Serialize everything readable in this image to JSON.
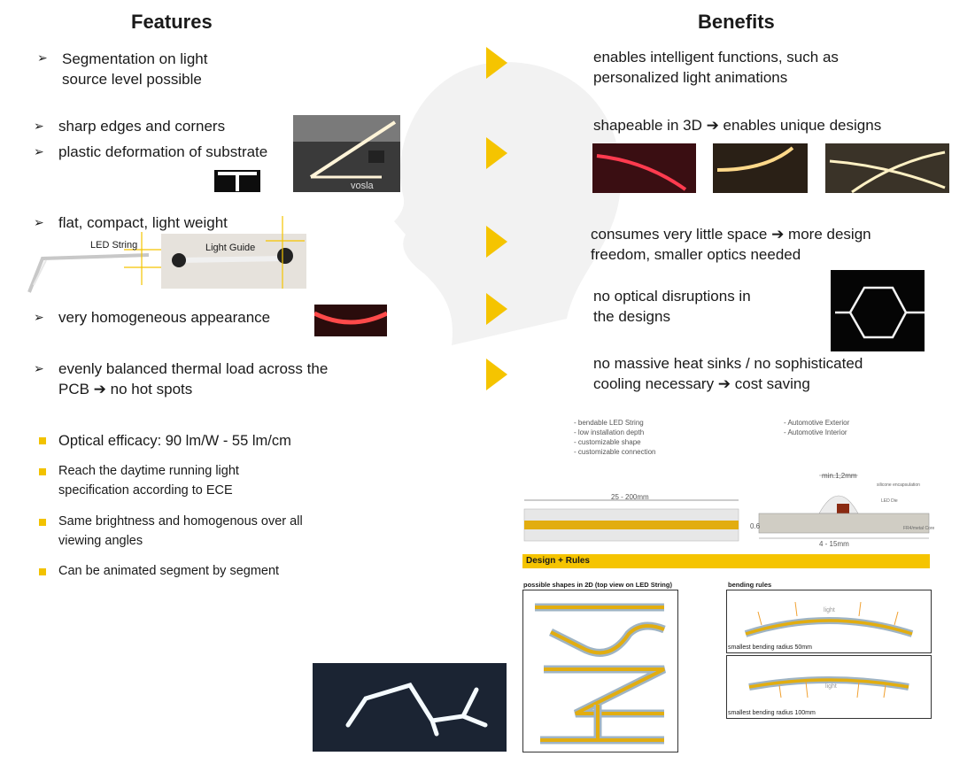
{
  "headings": {
    "features": "Features",
    "benefits": "Benefits"
  },
  "features": [
    {
      "text": "Segmentation on light\nsource level possible"
    },
    {
      "text": "sharp edges and corners"
    },
    {
      "text": "plastic deformation of substrate"
    },
    {
      "text": "flat, compact, light weight"
    },
    {
      "text": "very homogeneous appearance"
    },
    {
      "text": "evenly balanced thermal load across the\nPCB ➔ no hot spots"
    }
  ],
  "figure_labels": {
    "led_string": "LED String",
    "light_guide": "Light Guide",
    "vosla": "vosla"
  },
  "specs": [
    "Optical efficacy: 90 lm/W - 55 lm/cm",
    "Reach the daytime running light\nspecification according to ECE",
    "Same brightness and homogenous over all\nviewing angles",
    "Can be animated segment by segment"
  ],
  "benefits": [
    "enables intelligent functions, such as\npersonalized light animations",
    "shapeable in 3D ➔ enables unique designs",
    "consumes very little space ➔ more design\nfreedom, smaller optics needed",
    "no optical disruptions in\nthe designs",
    "no massive heat sinks / no sophisticated\ncooling necessary ➔ cost saving"
  ],
  "datasheet": {
    "list_left": [
      "- bendable LED String",
      "- low installation depth",
      "- customizable shape",
      "- customizable connection"
    ],
    "list_right": [
      "- Automotive Exterior",
      "- Automotive Interior"
    ],
    "dim_length": "25 - 200mm",
    "dim_height": "min.1,2mm",
    "dim_width": "4 - 15mm",
    "dim_thick": "0.6",
    "label_encap": "silicone encapsulation",
    "label_led": "LED Die",
    "label_substrate": "FR4/metal Core",
    "section_title": "Design + Rules",
    "shapes_title": "possible shapes in 2D (top view on LED String)",
    "bending_title": "bending rules",
    "light_label": "light",
    "bend1": "smallest bending radius 50mm",
    "bend2": "smallest bending radius 100mm"
  },
  "colors": {
    "accent": "#f5c400",
    "text": "#1a1a1a"
  }
}
